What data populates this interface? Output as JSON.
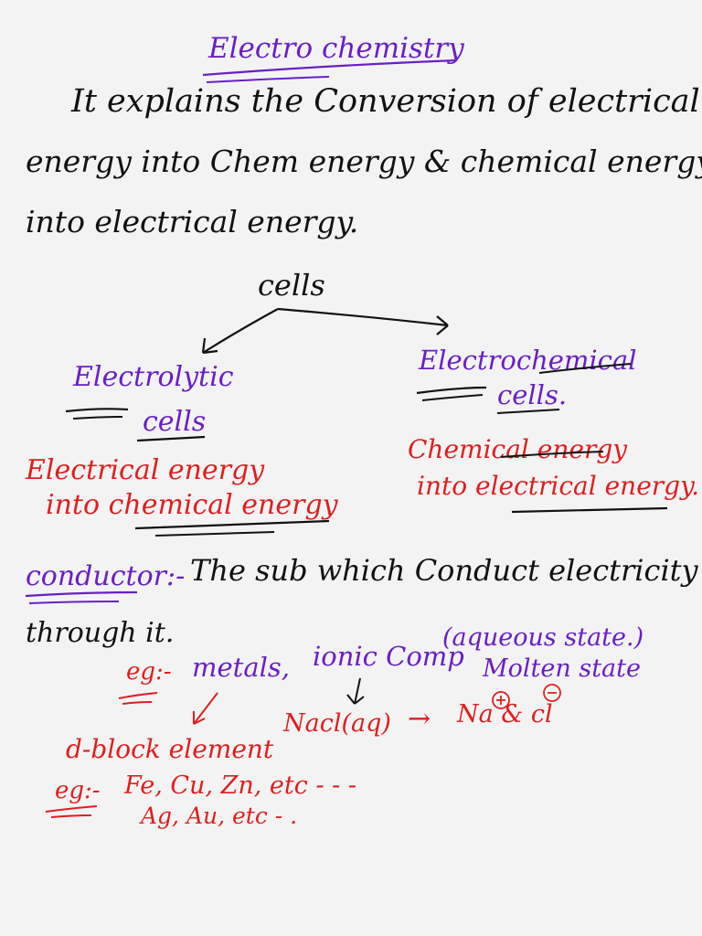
{
  "colors": {
    "background": "#f3f3f4",
    "black_ink": "#111111",
    "purple_ink": "#6a1fc4",
    "red_ink": "#e01e1e"
  },
  "title": "Electro chemistry",
  "definition": {
    "line1": "It explains the Conversion of electrical",
    "line2": "energy into Chem energy & chemical energy",
    "line3": "into electrical energy."
  },
  "diagram": {
    "root": "cells",
    "left": {
      "title_line1": "Electrolytic",
      "title_line2": "cells",
      "desc_line1": "Electrical energy",
      "desc_line2": "into chemical energy"
    },
    "right": {
      "title_line1": "Electrochemical",
      "title_line2": "cells.",
      "desc_line1": "Chemical energy",
      "desc_line2": "into electrical energy."
    }
  },
  "conductor": {
    "label": "conductor:-",
    "def_line1": "The sub which Conduct electricity",
    "def_line2": "through it."
  },
  "examples": {
    "prefix": "eg:-",
    "metals": "metals,",
    "ionic": "ionic Comp",
    "state1": "(aqueous state.)",
    "state2": "Molten state",
    "nacl": "Nacl(aq)",
    "arrow": "→",
    "ions": "Na  & cl",
    "dblock": "d-block element",
    "eg2_prefix": "eg:-",
    "eg2_line1": "Fe, Cu, Zn, etc - - -",
    "eg2_line2": "Ag, Au, etc - ."
  }
}
